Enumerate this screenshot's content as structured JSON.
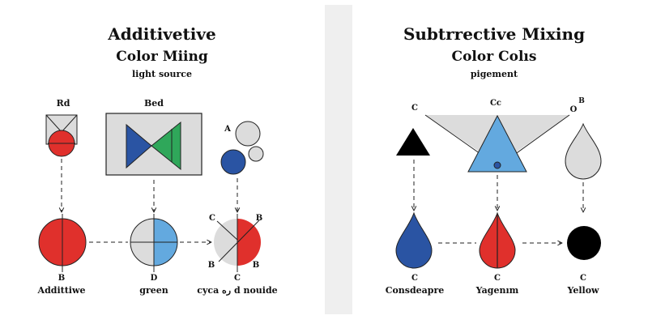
{
  "left_panel": {
    "title": "Additivetive",
    "subtitle": "Color Miing",
    "caption": "light source",
    "sources": [
      {
        "label": "Rd"
      },
      {
        "label": "Bed"
      },
      {
        "label": "A"
      }
    ],
    "results": [
      {
        "letter": "B",
        "name": "Addittiwe"
      },
      {
        "letter": "D",
        "name": "green"
      },
      {
        "letter": "C",
        "name": "cyca ره d nouide",
        "corner_labels": [
          "C",
          "B",
          "B",
          "B"
        ]
      }
    ]
  },
  "right_panel": {
    "title": "Subtrrective Mixing",
    "subtitle": "Color Colıs",
    "caption": "pigement",
    "sources": [
      {
        "label": "C"
      },
      {
        "label": "Cc"
      },
      {
        "label": "O",
        "superscript": "B"
      }
    ],
    "results": [
      {
        "letter": "C",
        "name": "Consdeapre"
      },
      {
        "letter": "C",
        "name": "Yagenım"
      },
      {
        "letter": "C",
        "name": "Yellow"
      }
    ]
  },
  "colors": {
    "red": "#e0302c",
    "blue": "#2a54a3",
    "green": "#2fa75a",
    "light_blue": "#63a9df",
    "gray_fill": "#dcdcdc",
    "black": "#000000",
    "divider": "#efefef"
  }
}
